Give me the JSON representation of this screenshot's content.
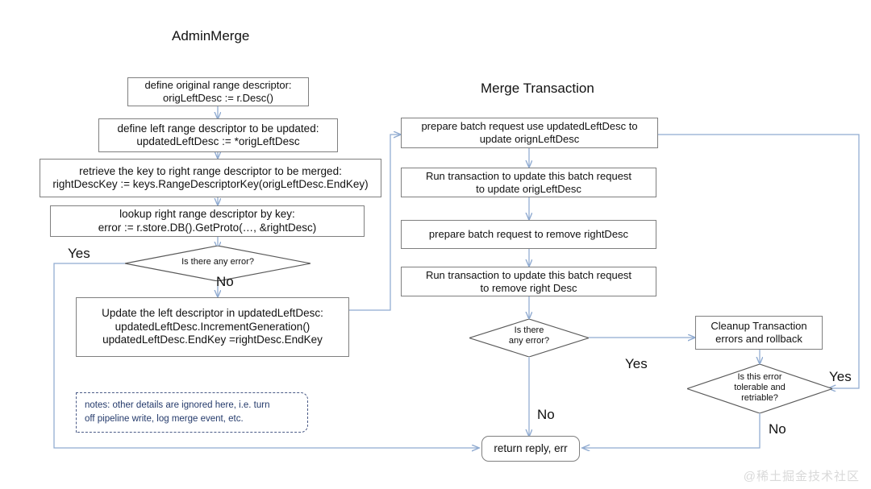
{
  "titles": {
    "left": "AdminMerge",
    "right": "Merge Transaction"
  },
  "colors": {
    "box_border": "#7f7f7f",
    "connector": "#8faad0",
    "diamond_border": "#595959",
    "note_border": "#4a5a86",
    "note_text": "#243a6b",
    "watermark": "#d9d9d9",
    "background": "#ffffff"
  },
  "nodes": {
    "define_orig": "define original range descriptor:\norigLeftDesc := r.Desc()",
    "define_left": "define left range descriptor to be updated:\nupdatedLeftDesc := *origLeftDesc",
    "retrieve_key": "retrieve the key to right range descriptor to be merged:\nrightDescKey := keys.RangeDescriptorKey(origLeftDesc.EndKey)",
    "lookup_right": "lookup right range descriptor by key:\nerror := r.store.DB().GetProto(…, &rightDesc)",
    "update_left": "Update the left descriptor in updatedLeftDesc:\nupdatedLeftDesc.IncrementGeneration()\nupdatedLeftDesc.EndKey =rightDesc.EndKey",
    "notes": "notes:  other details are ignored here, i.e. turn\noff pipeline write, log merge event, etc.",
    "prepare_update": "prepare batch request use updatedLeftDesc to\nupdate orignLeftDesc",
    "run_update": "Run transaction to update this batch request\nto update origLeftDesc",
    "prepare_remove": "prepare batch request to remove rightDesc",
    "run_remove": "Run transaction to update this batch request\nto remove right Desc",
    "cleanup": "Cleanup Transaction\nerrors and rollback",
    "return_reply": "return reply, err"
  },
  "decisions": {
    "left_error": "Is there  any error?",
    "mid_error": "Is there\nany error?",
    "retriable": "Is this error\ntolerable and\nretriable?"
  },
  "edge_labels": {
    "left_yes": "Yes",
    "left_no": "No",
    "mid_yes": "Yes",
    "mid_no": "No",
    "retriable_yes": "Yes",
    "retriable_no": "No"
  },
  "watermark": "@稀土掘金技术社区"
}
